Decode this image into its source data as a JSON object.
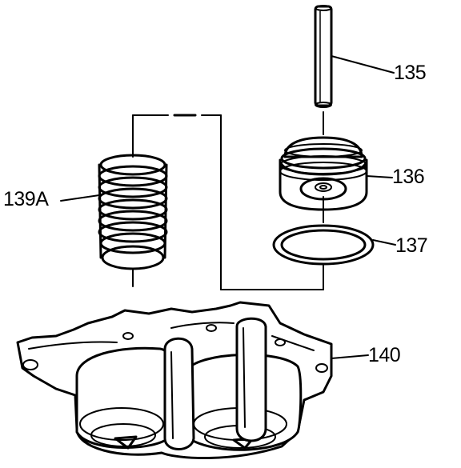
{
  "callouts": {
    "part_135": "135",
    "part_136": "136",
    "part_137": "137",
    "part_139a": "139A",
    "part_140": "140"
  },
  "colors": {
    "ink": "#000000",
    "paper": "#ffffff"
  }
}
